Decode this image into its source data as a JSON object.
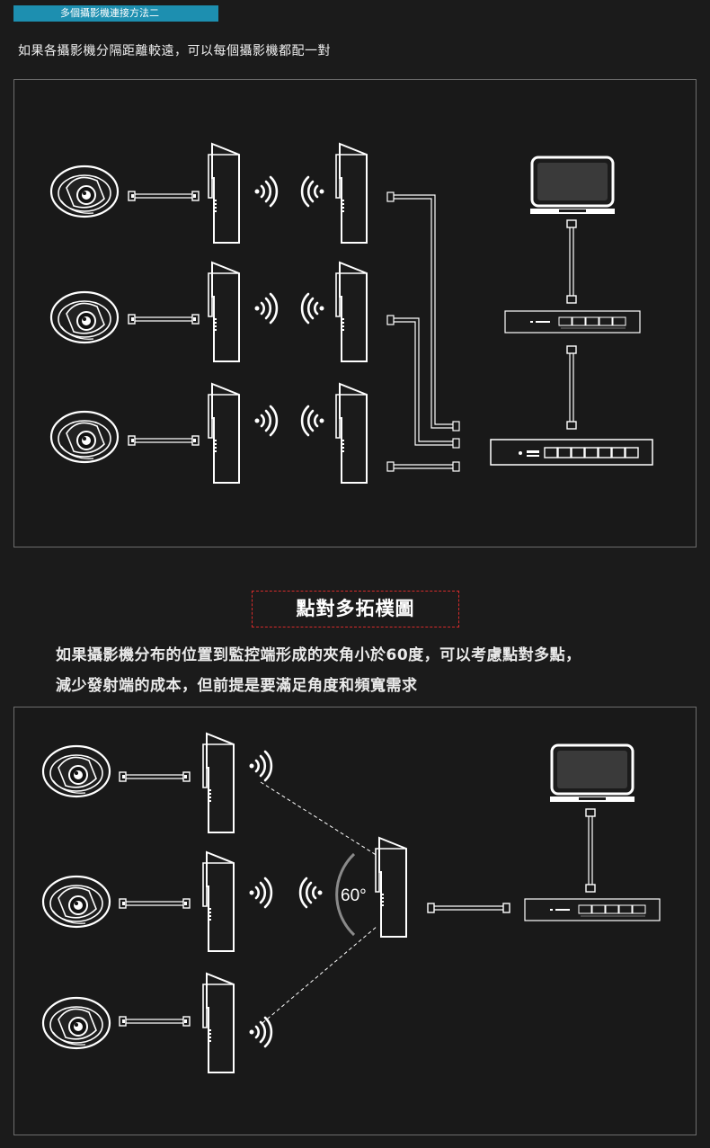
{
  "section_tag": "多個攝影機連接方法二",
  "intro_text": "如果各攝影機分隔距離較遠，可以每個攝影機都配一對",
  "heading": "點對多拓樸圖",
  "description_line1": "如果攝影機分布的位置到監控端形成的夾角小於60度，可以考慮點對多點，",
  "description_line2": "減少發射端的成本，但前提是要滿足角度和頻寬需求",
  "angle_label": "60°"
}
